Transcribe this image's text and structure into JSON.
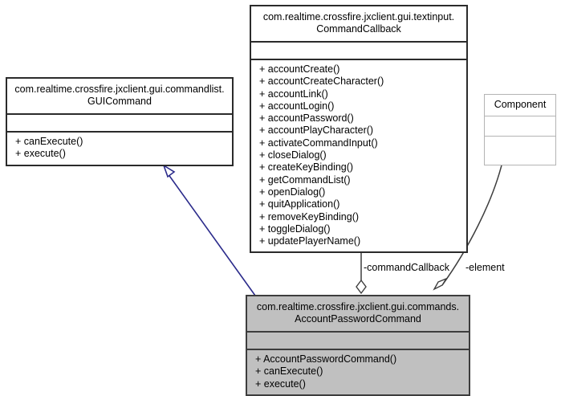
{
  "diagram": {
    "kind": "uml-class-diagram",
    "background": "#ffffff",
    "inheritance_color": "#2b2b8b",
    "association_color": "#3d3d3d",
    "highlight_fill": "#c0c0c0"
  },
  "classes": {
    "gui_command": {
      "name": "com.realtime.crossfire.jxclient.gui.commandlist.\nGUICommand",
      "attributes": [],
      "operations": [
        "+ canExecute()",
        "+ execute()"
      ]
    },
    "command_callback": {
      "name": "com.realtime.crossfire.jxclient.gui.textinput.\nCommandCallback",
      "attributes": [],
      "operations": [
        "+ accountCreate()",
        "+ accountCreateCharacter()",
        "+ accountLink()",
        "+ accountLogin()",
        "+ accountPassword()",
        "+ accountPlayCharacter()",
        "+ activateCommandInput()",
        "+ closeDialog()",
        "+ createKeyBinding()",
        "+ getCommandList()",
        "+ openDialog()",
        "+ quitApplication()",
        "+ removeKeyBinding()",
        "+ toggleDialog()",
        "+ updatePlayerName()"
      ]
    },
    "component": {
      "name": "Component",
      "attributes": [],
      "operations": []
    },
    "account_password_command": {
      "name": "com.realtime.crossfire.jxclient.gui.commands.\nAccountPasswordCommand",
      "attributes": [],
      "operations": [
        "+ AccountPasswordCommand()",
        "+ canExecute()",
        "+ execute()"
      ]
    }
  },
  "edges": {
    "realization_gui_command": {
      "label": "",
      "type": "generalization",
      "from": "account_password_command",
      "to": "gui_command"
    },
    "aggregation_command_callback": {
      "label": "-commandCallback",
      "type": "aggregation",
      "from": "account_password_command",
      "to": "command_callback"
    },
    "aggregation_element": {
      "label": "-element",
      "type": "aggregation",
      "from": "account_password_command",
      "to": "component"
    }
  }
}
